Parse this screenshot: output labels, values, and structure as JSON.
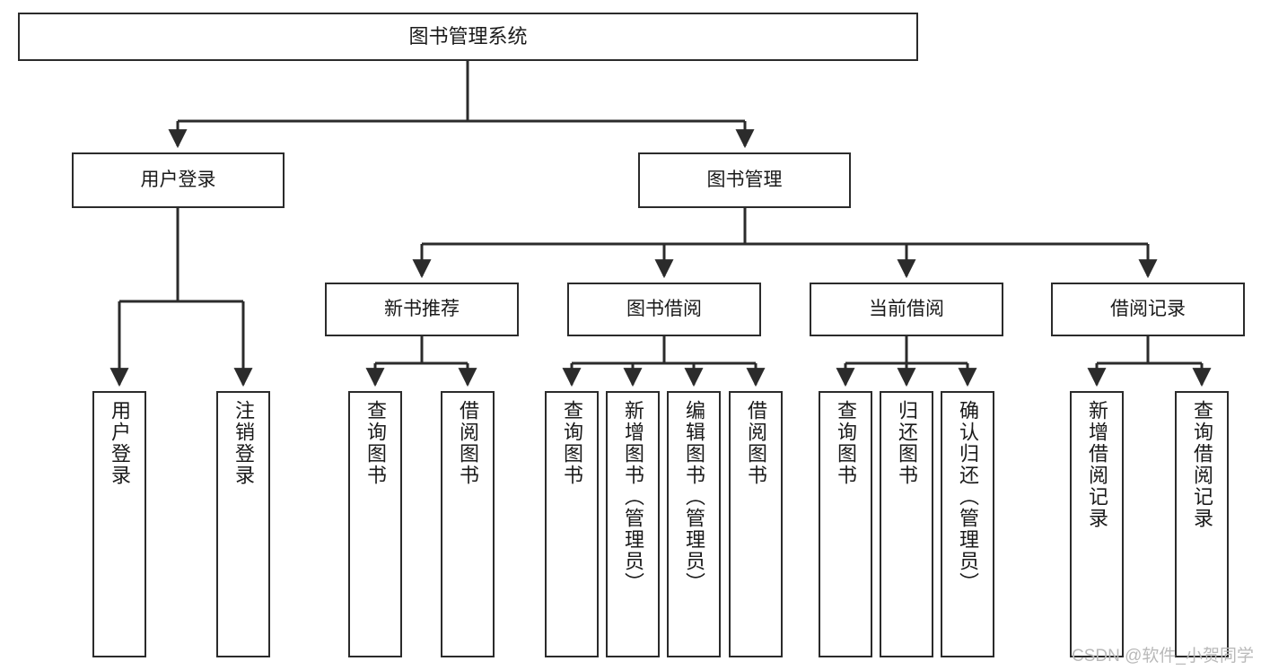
{
  "diagram": {
    "type": "tree",
    "title": "图书管理系统",
    "style": {
      "background": "#ffffff",
      "box_fill": "#ffffff",
      "box_stroke": "#2b2b2b",
      "line_color": "#2b2b2b",
      "text_color": "#1a1a1a",
      "watermark_color": "#b9b9b9"
    },
    "root": {
      "label": "图书管理系统"
    },
    "level2": [
      {
        "label": "用户登录"
      },
      {
        "label": "图书管理"
      }
    ],
    "level3": [
      {
        "label": "新书推荐"
      },
      {
        "label": "图书借阅"
      },
      {
        "label": "当前借阅"
      },
      {
        "label": "借阅记录"
      }
    ],
    "leaves": {
      "user_login": [
        {
          "label": "用户登录"
        },
        {
          "label": "注销登录"
        }
      ],
      "new_book": [
        {
          "label": "查询图书"
        },
        {
          "label": "借阅图书"
        }
      ],
      "book_borrow": [
        {
          "label": "查询图书"
        },
        {
          "label": "新增图书（管理员）"
        },
        {
          "label": "编辑图书（管理员）"
        },
        {
          "label": "借阅图书"
        }
      ],
      "current_borrow": [
        {
          "label": "查询图书"
        },
        {
          "label": "归还图书"
        },
        {
          "label": "确认归还（管理员）"
        }
      ],
      "borrow_record": [
        {
          "label": "新增借阅记录"
        },
        {
          "label": "查询借阅记录"
        }
      ]
    }
  },
  "watermark": {
    "text": "CSDN @软件_小贺同学"
  }
}
